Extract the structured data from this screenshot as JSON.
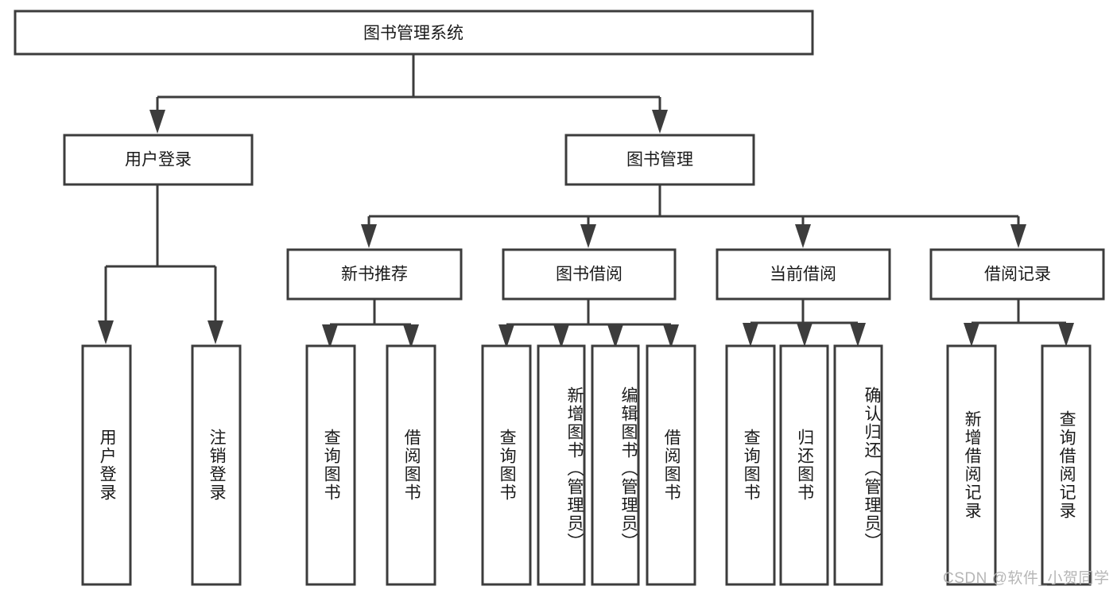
{
  "diagram": {
    "type": "tree",
    "title": "图书管理系统",
    "watermark": "CSDN @软件_小贺同学",
    "colors": {
      "box_stroke": "#3c3c3c",
      "box_fill": "#ffffff",
      "connector": "#3c3c3c",
      "text": "#1a1a1a",
      "watermark": "#b6b6b6",
      "background": "#ffffff"
    },
    "root": {
      "label": "图书管理系统"
    },
    "level2": [
      {
        "label": "用户登录"
      },
      {
        "label": "图书管理"
      }
    ],
    "level3": [
      {
        "label": "新书推荐"
      },
      {
        "label": "图书借阅"
      },
      {
        "label": "当前借阅"
      },
      {
        "label": "借阅记录"
      }
    ],
    "leaves": {
      "user_login": [
        {
          "label": "用户登录"
        },
        {
          "label": "注销登录"
        }
      ],
      "new_book_recommend": [
        {
          "label": "查询图书"
        },
        {
          "label": "借阅图书"
        }
      ],
      "book_borrow": [
        {
          "label": "查询图书"
        },
        {
          "label": "新增图书（管理员）"
        },
        {
          "label": "编辑图书（管理员）"
        },
        {
          "label": "借阅图书"
        }
      ],
      "current_borrow": [
        {
          "label": "查询图书"
        },
        {
          "label": "归还图书"
        },
        {
          "label": "确认归还（管理员）"
        }
      ],
      "borrow_record": [
        {
          "label": "新增借阅记录"
        },
        {
          "label": "查询借阅记录"
        }
      ]
    }
  }
}
